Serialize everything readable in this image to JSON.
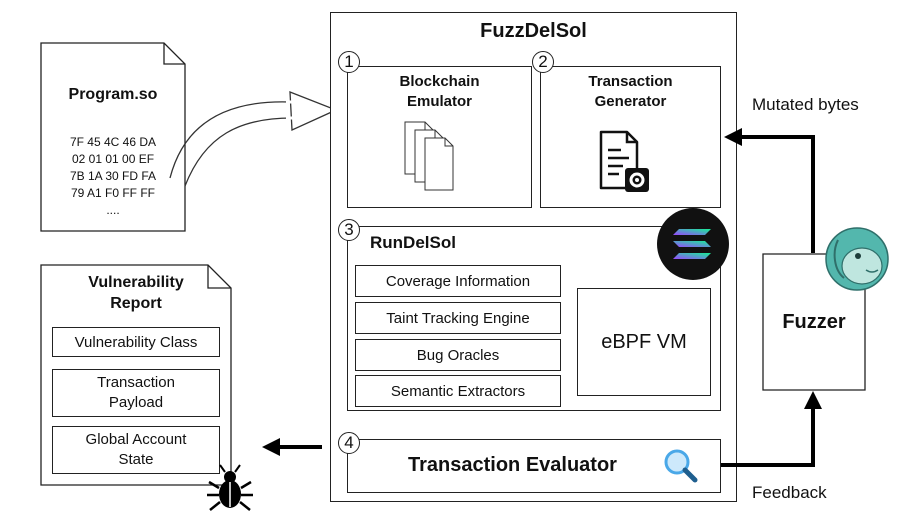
{
  "program_file": {
    "title": "Program.so",
    "hex_lines": [
      "7F 45 4C 46 DA",
      "02 01 01 00 EF",
      "7B 1A 30 FD FA",
      "79 A1 F0 FF FF",
      "...."
    ]
  },
  "main": {
    "title": "FuzzDelSol",
    "blockchain_emulator": {
      "number": "1",
      "label_line1": "Blockchain",
      "label_line2": "Emulator"
    },
    "transaction_generator": {
      "number": "2",
      "label_line1": "Transaction",
      "label_line2": "Generator"
    },
    "rundelsol": {
      "number": "3",
      "title": "RunDelSol",
      "components": [
        "Coverage Information",
        "Taint Tracking Engine",
        "Bug Oracles",
        "Semantic Extractors"
      ],
      "vm_label": "eBPF VM"
    },
    "transaction_evaluator": {
      "number": "4",
      "label": "Transaction Evaluator"
    }
  },
  "fuzzer": {
    "label": "Fuzzer"
  },
  "arrows": {
    "mutated_bytes": "Mutated bytes",
    "feedback": "Feedback"
  },
  "report": {
    "title_line1": "Vulnerability",
    "title_line2": "Report",
    "items": [
      {
        "line1": "Vulnerability Class",
        "line2": ""
      },
      {
        "line1": "Transaction",
        "line2": "Payload"
      },
      {
        "line1": "Global Account",
        "line2": "State"
      }
    ]
  },
  "icons": {
    "document_stack": "document-stack-icon",
    "config_document": "document-gear-icon",
    "solana_logo": "solana-logo-icon",
    "magnifier": "magnifier-icon",
    "bug": "bug-icon",
    "fuzzer_mascot": "mascot-icon"
  },
  "colors": {
    "solana_gradient_start": "#9945FF",
    "solana_gradient_end": "#14F195",
    "magnifier_blue": "#4aa8e8",
    "mascot_teal": "#53b7ad"
  }
}
